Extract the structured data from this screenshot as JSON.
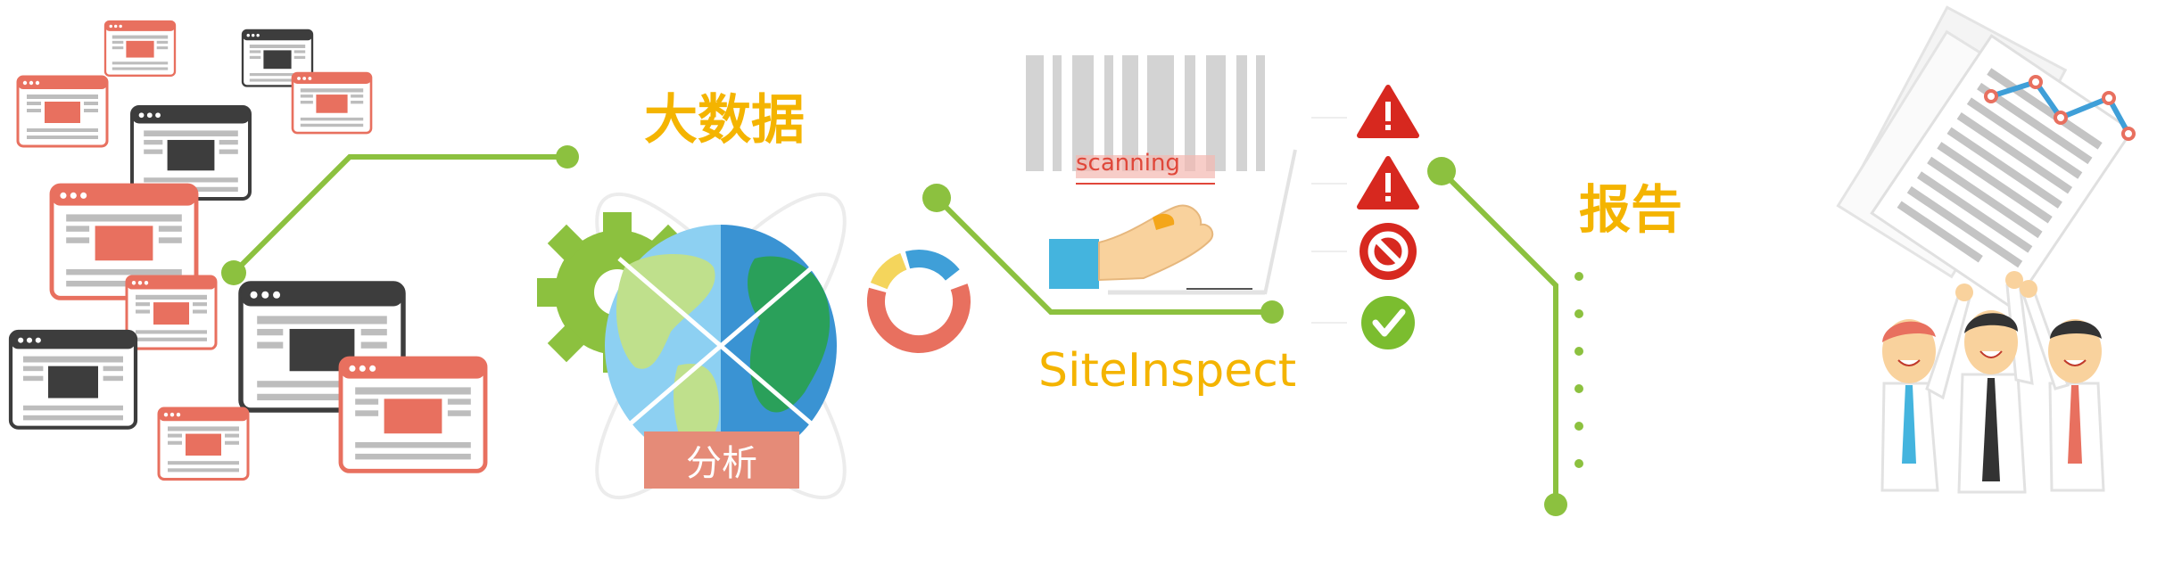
{
  "labels": {
    "big_data": "大数据",
    "analysis": "分析",
    "scanning": "scanning",
    "product": "SiteInspect",
    "report": "报告"
  },
  "colors": {
    "accent_green": "#8cc13f",
    "label_yellow": "#f4b400",
    "page_red": "#e8705f",
    "page_dark": "#3d3d3d",
    "warning_red": "#d7281f",
    "ok_green": "#7bbd2f",
    "chart_blue": "#3f9fd8"
  },
  "icons": {
    "warnings": [
      "warning-icon",
      "warning-icon",
      "no-entry-icon",
      "check-icon"
    ]
  }
}
